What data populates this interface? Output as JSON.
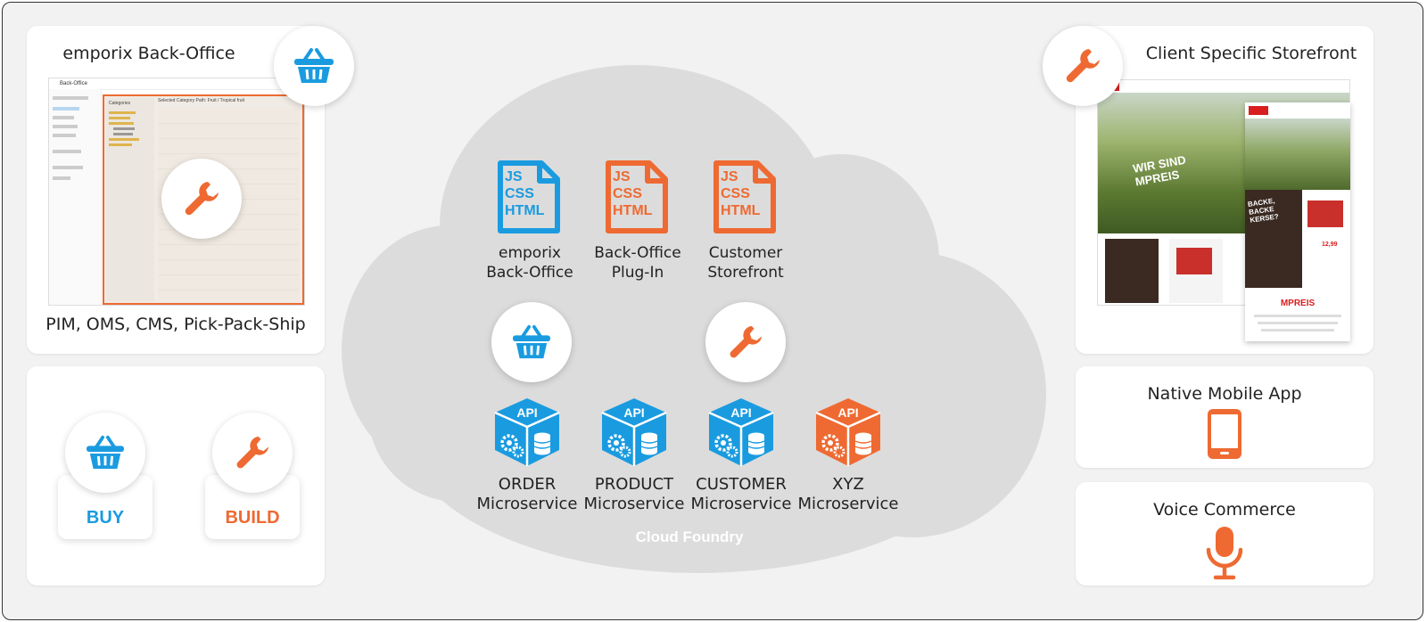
{
  "backoffice": {
    "title": "emporix Back-Office",
    "subtitle": "PIM, OMS, CMS, Pick-Pack-Ship",
    "mini_app_name": "Back-Office",
    "mini_categories": "Categories",
    "mini_path": "Selected Category Path: Fruit / Tropical fruit"
  },
  "buy_build": {
    "buy": "BUY",
    "build": "BUILD"
  },
  "cloud": {
    "label": "Cloud Foundry",
    "files": [
      {
        "lines": [
          "JS",
          "CSS",
          "HTML"
        ],
        "caption1": "emporix",
        "caption2": "Back-Office",
        "color": "#1a9be0"
      },
      {
        "lines": [
          "JS",
          "CSS",
          "HTML"
        ],
        "caption1": "Back-Office",
        "caption2": "Plug-In",
        "color": "#ee6a32"
      },
      {
        "lines": [
          "JS",
          "CSS",
          "HTML"
        ],
        "caption1": "Customer",
        "caption2": "Storefront",
        "color": "#ee6a32"
      }
    ],
    "services": [
      {
        "api": "API",
        "name": "ORDER",
        "sub": "Microservice",
        "color": "#1a9be0"
      },
      {
        "api": "API",
        "name": "PRODUCT",
        "sub": "Microservice",
        "color": "#1a9be0"
      },
      {
        "api": "API",
        "name": "CUSTOMER",
        "sub": "Microservice",
        "color": "#1a9be0"
      },
      {
        "api": "API",
        "name": "XYZ",
        "sub": "Microservice",
        "color": "#ee6a32"
      }
    ]
  },
  "storefront": {
    "title": "Client Specific Storefront",
    "brand": "MPREIS",
    "hero": "WIR SIND MPREIS",
    "promo": "BACKE, BACKE KERSE?",
    "price": "12,99"
  },
  "mobile": {
    "title": "Native Mobile App"
  },
  "voice": {
    "title": "Voice Commerce"
  },
  "colors": {
    "blue": "#1a9be0",
    "orange": "#ee6a32",
    "panel_bg": "#ffffff",
    "canvas_bg": "#f2f2f2",
    "cloud": "#dcdcdc"
  }
}
